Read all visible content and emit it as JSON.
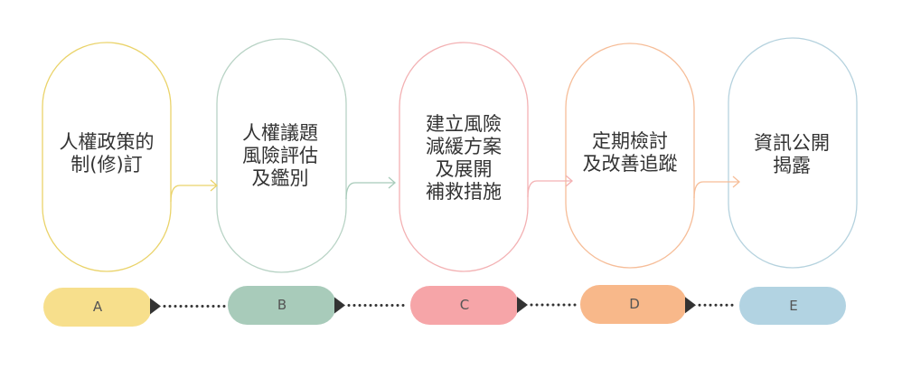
{
  "steps": [
    {
      "text": "人權政策的\n制(修)訂",
      "badge": "A",
      "outline_color": "#ead36a",
      "badge_color": "#f7df8c"
    },
    {
      "text": "人權議題\n風險評估\n及鑑別",
      "badge": "B",
      "outline_color": "#b8d3c5",
      "badge_color": "#a8cbba"
    },
    {
      "text": "建立風險\n減緩方案\n及展開\n補救措施",
      "badge": "C",
      "outline_color": "#f3b1b3",
      "badge_color": "#f6a5a8"
    },
    {
      "text": "定期檢討\n及改善追蹤",
      "badge": "D",
      "outline_color": "#f6bd98",
      "badge_color": "#f8b88a"
    },
    {
      "text": "資訊公開\n揭露",
      "badge": "E",
      "outline_color": "#b5d2de",
      "badge_color": "#b2d3e2"
    }
  ],
  "connector_colors": [
    "#ead36a",
    "#a8cbba",
    "#f3b1b3",
    "#f6bd98"
  ],
  "dot_color": "#333333",
  "arrowhead_color": "#333333"
}
